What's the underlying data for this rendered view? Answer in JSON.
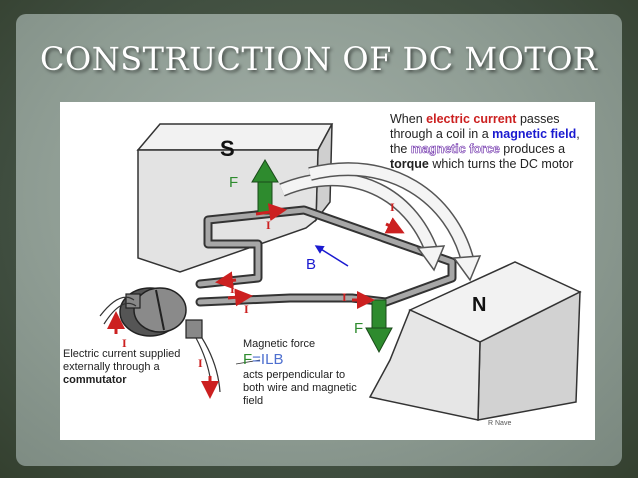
{
  "slide": {
    "title": "CONSTRUCTION OF DC MOTOR"
  },
  "diagram": {
    "pole_s": "S",
    "pole_n": "N",
    "force_top": "F",
    "force_bottom": "F",
    "field_label": "B",
    "current_labels": [
      "I",
      "I",
      "I",
      "I",
      "I",
      "I",
      "I"
    ],
    "caption_top": {
      "p1": "When ",
      "p2": "electric current",
      "p3": " passes through a  coil in a ",
      "p4": "magnetic field",
      "p5": ", the ",
      "p6": "magnetic force",
      "p7": " produces a ",
      "p8": "torque",
      "p9": " which turns the DC motor"
    },
    "caption_left": {
      "p1": "Electric current supplied externally through a ",
      "p2": "commutator"
    },
    "caption_mid": {
      "l1": "Magnetic force",
      "formula_f": "F",
      "formula_rest": "=ILB",
      "l2": "acts perpendicular to both wire and magnetic field"
    },
    "watermark": "R Nave"
  },
  "colors": {
    "slide_bg": "#8e9c93",
    "frame_bg": "#4b5a4c",
    "force_arrow": "#2e8b2e",
    "current_arrow": "#cc2020",
    "field_arrow": "#1a1ad0",
    "magnet": "#e6e6e6"
  }
}
